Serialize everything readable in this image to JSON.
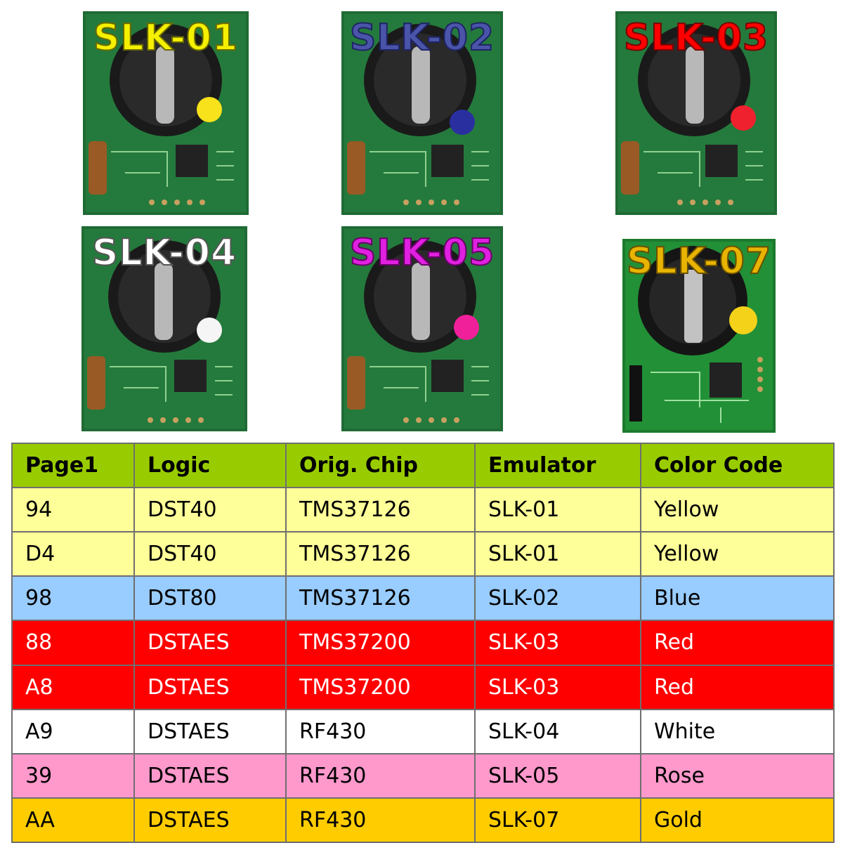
{
  "emulators": [
    {
      "label": "SLK-01",
      "label_color": "#f5f000",
      "dot_color": "#f7e21c"
    },
    {
      "label": "SLK-02",
      "label_color": "#4a54a8",
      "dot_color": "#2a2fa0"
    },
    {
      "label": "SLK-03",
      "label_color": "#ff0000",
      "dot_color": "#f0212e"
    },
    {
      "label": "SLK-04",
      "label_color": "#ffffff",
      "dot_color": "#f5f5f5"
    },
    {
      "label": "SLK-05",
      "label_color": "#e020e0",
      "dot_color": "#f0209a"
    },
    {
      "label": "SLK-07",
      "label_color": "#e8b400",
      "dot_color": "#f5d21a"
    }
  ],
  "table": {
    "headers": [
      "Page1",
      "Logic",
      "Orig. Chip",
      "Emulator",
      "Color Code"
    ],
    "rows": [
      {
        "cells": [
          "94",
          "DST40",
          "TMS37126",
          "SLK-01",
          "Yellow"
        ],
        "color": "yellow"
      },
      {
        "cells": [
          "D4",
          "DST40",
          "TMS37126",
          "SLK-01",
          "Yellow"
        ],
        "color": "yellow"
      },
      {
        "cells": [
          "98",
          "DST80",
          "TMS37126",
          "SLK-02",
          "Blue"
        ],
        "color": "blue"
      },
      {
        "cells": [
          "88",
          "DSTAES",
          "TMS37200",
          "SLK-03",
          "Red"
        ],
        "color": "red"
      },
      {
        "cells": [
          "A8",
          "DSTAES",
          "TMS37200",
          "SLK-03",
          "Red"
        ],
        "color": "red"
      },
      {
        "cells": [
          "A9",
          "DSTAES",
          "RF430",
          "SLK-04",
          "White"
        ],
        "color": "white"
      },
      {
        "cells": [
          "39",
          "DSTAES",
          "RF430",
          "SLK-05",
          "Rose"
        ],
        "color": "rose"
      },
      {
        "cells": [
          "AA",
          "DSTAES",
          "RF430",
          "SLK-07",
          "Gold"
        ],
        "color": "gold"
      }
    ]
  }
}
